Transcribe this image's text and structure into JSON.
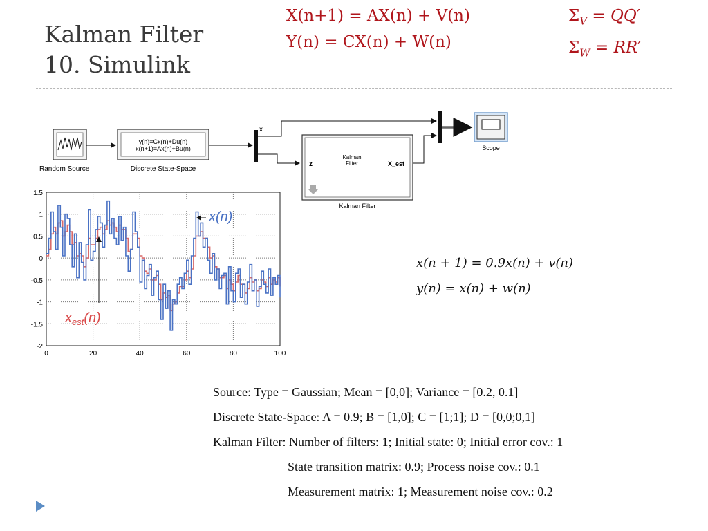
{
  "slide": {
    "title_line1": "Kalman Filter",
    "title_line2": "10. Simulink",
    "state_eq": "X(n+1) = AX(n) + V(n)",
    "obs_eq": "Y(n) = CX(n) + W(n)",
    "cov_v": {
      "sigma": "Σ",
      "sub": "V",
      "rhs": " = QQ′"
    },
    "cov_w": {
      "sigma": "Σ",
      "sub": "W",
      "rhs": " = RR′"
    },
    "accent_color": "#b0161c",
    "bullet_color": "#5b8dc5"
  },
  "diagram": {
    "random_source_label": "Random Source",
    "dss_line1": "y(n)=Cx(n)+Du(n)",
    "dss_line2": "x(n+1)=Ax(n)+Bu(n)",
    "dss_label": "Discrete State-Space",
    "mux_out_label": "x",
    "kf_in_port": "z",
    "kf_center_line1": "Kalman",
    "kf_center_line2": "Filter",
    "kf_out_port": "X_est",
    "kf_label": "Kalman Filter",
    "scope_label": "Scope"
  },
  "plot": {
    "annot_x": "x(n)",
    "annot_xest_base": "x",
    "annot_xest_sub": "est",
    "annot_xest_rest": "(n)"
  },
  "chart_data": {
    "type": "line",
    "title": "",
    "xlabel": "",
    "ylabel": "",
    "xlim": [
      0,
      100
    ],
    "ylim": [
      -2,
      1.5
    ],
    "xticks": [
      "0",
      "20",
      "40",
      "60",
      "80",
      "100"
    ],
    "yticks": [
      "1.5",
      "1",
      "0.5",
      "0",
      "-0.5",
      "-1",
      "-1.5",
      "-2"
    ],
    "grid": true,
    "step": true,
    "series": [
      {
        "name": "x(n)",
        "color": "#4a72c4",
        "values": [
          0.1,
          0.45,
          1.05,
          0.6,
          0.2,
          1.2,
          0.7,
          0.05,
          1.0,
          0.9,
          0.3,
          -0.2,
          0.55,
          -0.45,
          0.35,
          -0.1,
          -0.5,
          0.3,
          1.1,
          -0.05,
          0.15,
          0.65,
          0.95,
          0.8,
          0.25,
          0.75,
          1.3,
          0.55,
          0.9,
          0.45,
          0.3,
          0.95,
          0.4,
          0.7,
          0.05,
          -0.3,
          0.2,
          1.05,
          0.6,
          0.25,
          -0.55,
          -0.05,
          -0.7,
          -0.4,
          -0.15,
          -0.85,
          -0.45,
          -0.3,
          -0.95,
          -1.4,
          -0.6,
          -1.15,
          -0.75,
          -1.65,
          -0.95,
          -1.05,
          -0.6,
          -0.45,
          -0.7,
          -0.35,
          -0.05,
          -0.6,
          0.05,
          0.45,
          1.05,
          0.5,
          0.8,
          0.25,
          0.45,
          -0.05,
          -0.35,
          0.1,
          -0.5,
          -0.25,
          -0.7,
          -0.4,
          -0.35,
          -1.05,
          -0.2,
          -0.75,
          -1.0,
          -0.35,
          -0.25,
          -0.9,
          -0.6,
          -1.05,
          -0.55,
          -0.15,
          -0.75,
          -0.5,
          -1.1,
          -0.65,
          -0.3,
          -0.6,
          -0.8,
          -0.25,
          -0.85,
          -0.45,
          -0.6,
          -0.4,
          -0.9
        ]
      },
      {
        "name": "x_est(n)",
        "color": "#d96a6a",
        "values": [
          0.05,
          0.2,
          0.55,
          0.7,
          0.55,
          0.8,
          0.85,
          0.5,
          0.6,
          0.75,
          0.6,
          0.3,
          0.35,
          0.05,
          0.1,
          0.05,
          -0.2,
          0.0,
          0.45,
          0.3,
          0.3,
          0.45,
          0.65,
          0.7,
          0.55,
          0.65,
          0.85,
          0.75,
          0.8,
          0.7,
          0.6,
          0.75,
          0.65,
          0.65,
          0.45,
          0.15,
          0.2,
          0.55,
          0.55,
          0.45,
          0.05,
          0.0,
          -0.3,
          -0.35,
          -0.25,
          -0.5,
          -0.5,
          -0.4,
          -0.6,
          -0.95,
          -0.8,
          -0.9,
          -0.85,
          -1.2,
          -1.05,
          -1.0,
          -0.8,
          -0.65,
          -0.65,
          -0.5,
          -0.3,
          -0.45,
          -0.25,
          0.05,
          0.5,
          0.5,
          0.6,
          0.45,
          0.45,
          0.25,
          0.0,
          0.05,
          -0.2,
          -0.25,
          -0.45,
          -0.45,
          -0.4,
          -0.7,
          -0.5,
          -0.6,
          -0.75,
          -0.55,
          -0.4,
          -0.6,
          -0.6,
          -0.8,
          -0.7,
          -0.45,
          -0.55,
          -0.5,
          -0.75,
          -0.7,
          -0.5,
          -0.55,
          -0.65,
          -0.45,
          -0.6,
          -0.5,
          -0.55,
          -0.45,
          -0.65
        ]
      }
    ]
  },
  "model": {
    "line1": "x(n + 1) = 0.9x(n) + v(n)",
    "line2": "y(n) = x(n) + w(n)"
  },
  "params": {
    "line1": "Source: Type = Gaussian; Mean = [0,0]; Variance = [0.2, 0.1]",
    "line2": "Discrete State-Space: A = 0.9; B = [1,0]; C = [1;1]; D = [0,0;0,1]",
    "line3": "Kalman Filter: Number of filters: 1; Initial state: 0; Initial error cov.: 1",
    "line4": "State transition matrix: 0.9; Process noise cov.: 0.1",
    "line5": "Measurement matrix: 1; Measurement noise cov.: 0.2"
  }
}
